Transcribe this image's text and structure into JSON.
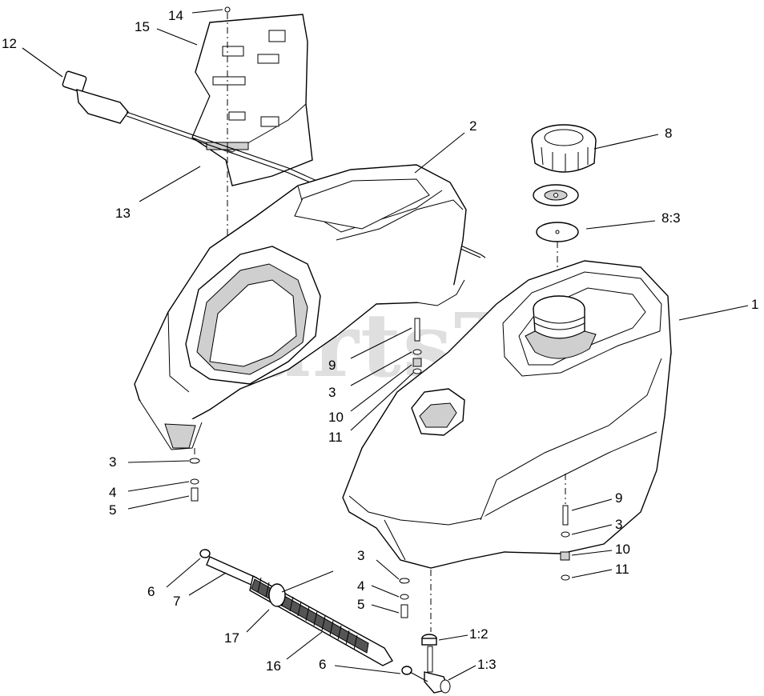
{
  "watermark": "PartsTree",
  "callouts": {
    "c14": "14",
    "c15": "15",
    "c12": "12",
    "c13": "13",
    "c2": "2",
    "c8": "8",
    "c8_3": "8:3",
    "c1": "1",
    "c9a": "9",
    "c3a": "3",
    "c10a": "10",
    "c11a": "11",
    "c3b": "3",
    "c4b": "4",
    "c5b": "5",
    "c9b": "9",
    "c3c": "3",
    "c10b": "10",
    "c11b": "11",
    "c3d": "3",
    "c4d": "4",
    "c5d": "5",
    "c6a": "6",
    "c7": "7",
    "c17": "17",
    "c16": "16",
    "c6b": "6",
    "c1_2": "1:2",
    "c1_3": "1:3"
  }
}
